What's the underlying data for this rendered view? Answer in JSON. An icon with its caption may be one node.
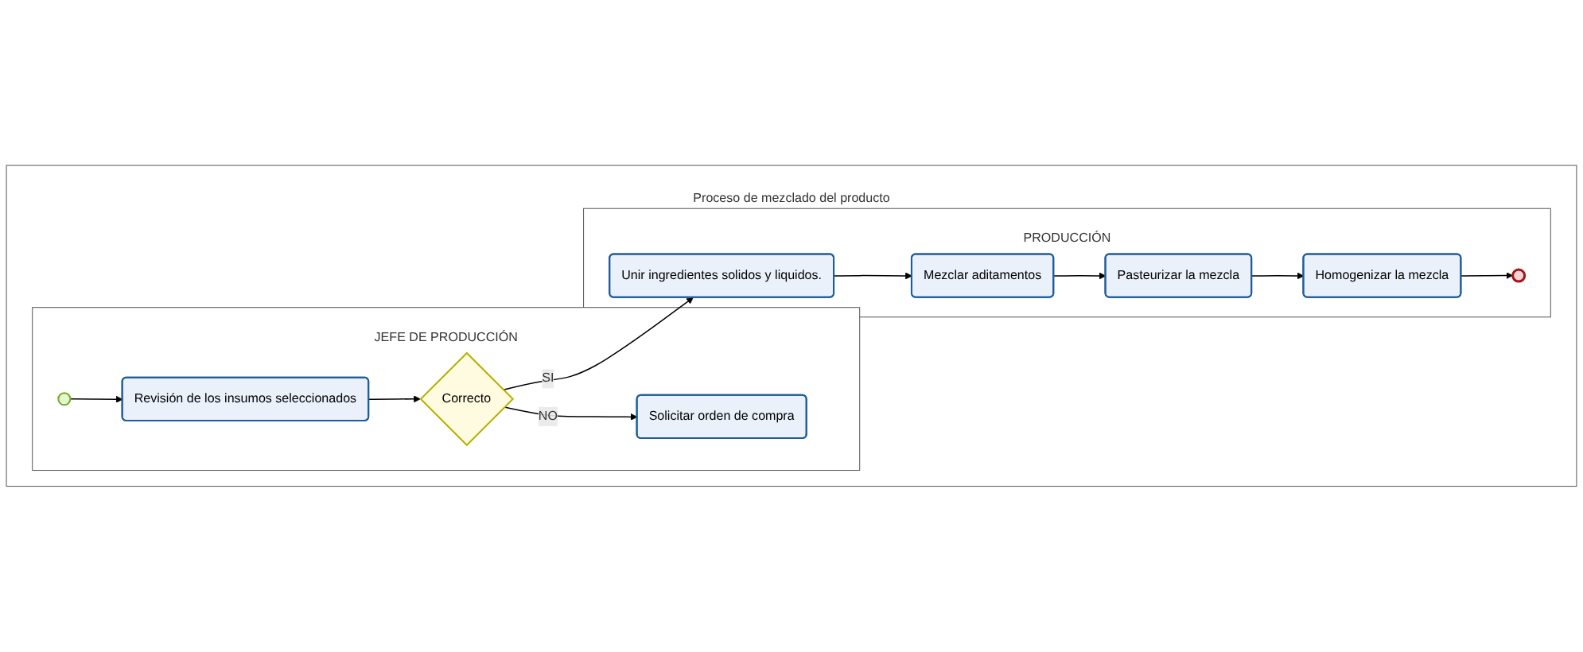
{
  "diagram": {
    "nodes": [
      {
        "text": [
          "Proceso de mezclado del producto"
        ]
      },
      {
        "text": [
          "JEFE DE PRODUCCIÓN"
        ],
        "in": 0
      },
      {
        "text": [],
        "shape": "circle",
        "in": 1
      },
      {
        "text": [
          "Revisión de los insumos seleccionados"
        ],
        "in": 1
      },
      {
        "text": [
          "Correcto"
        ],
        "in": 1
      },
      {
        "text": [
          "Solicitar orden de compra"
        ],
        "in": 1
      },
      {
        "text": [
          "PRODUCCIÓN"
        ],
        "in": 0
      },
      {
        "text": [
          "Unir ingredientes solidos y liquidos."
        ],
        "in": 6
      },
      {
        "text": [
          "Mezclar aditamentos"
        ],
        "in": 6
      },
      {
        "text": [
          "Pasteurizar la mezcla"
        ],
        "in": 6
      },
      {
        "text": [
          "Homogenizar la mezcla"
        ],
        "in": 6
      },
      {
        "text": [],
        "shape": "circle",
        "in": 6
      }
    ],
    "edges": [
      {
        "from": 2,
        "to": 3,
        "arrow": "to"
      },
      {
        "from": 3,
        "to": 4,
        "arrow": "to"
      },
      {
        "from": 4,
        "to": 5,
        "arrow": "to",
        "label": "NO"
      },
      {
        "from": 4,
        "to": 7,
        "arrow": "to",
        "label": "SI"
      },
      {
        "from": 7,
        "to": 8,
        "arrow": "to"
      },
      {
        "from": 8,
        "to": 9,
        "arrow": "to"
      },
      {
        "from": 9,
        "to": 10,
        "arrow": "to"
      },
      {
        "from": 10,
        "to": 11,
        "arrow": "to"
      }
    ]
  }
}
